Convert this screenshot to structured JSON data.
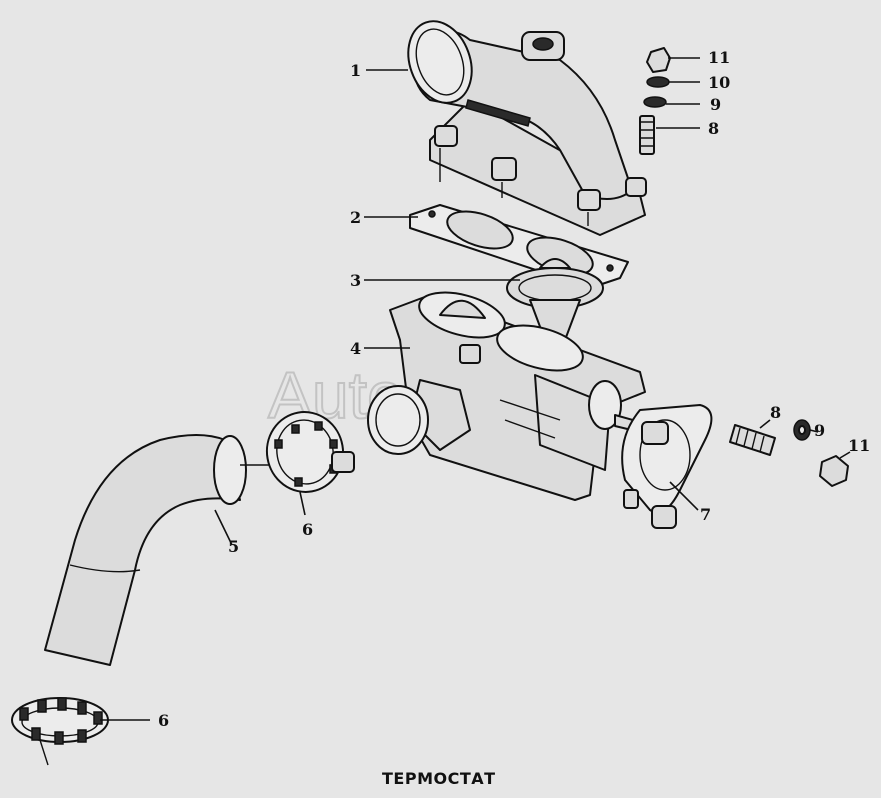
{
  "caption": "ТЕРМОСТАТ",
  "watermark": "AutoSoft",
  "callouts": {
    "c1": "1",
    "c2": "2",
    "c3": "3",
    "c4": "4",
    "c5": "5",
    "c6a": "6",
    "c6b": "6",
    "c7": "7",
    "c8a": "8",
    "c8b": "8",
    "c9a": "9",
    "c9b": "9",
    "c10": "10",
    "c11a": "11",
    "c11b": "11"
  }
}
